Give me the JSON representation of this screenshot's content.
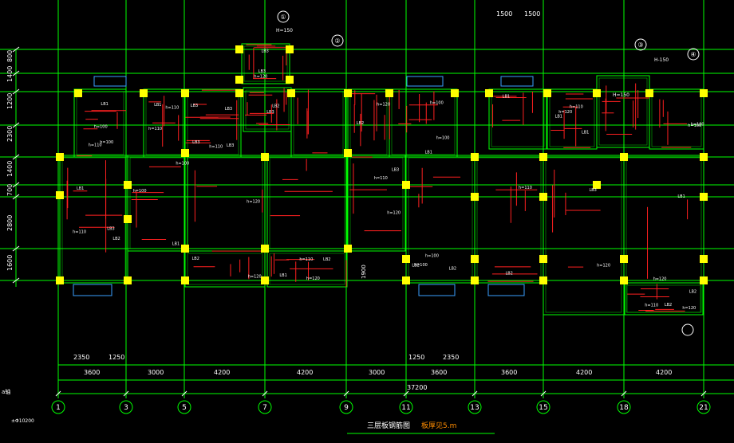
{
  "drawing": {
    "title": "三层板钢筋图",
    "subtitle": "板厚见5.m",
    "total_dimension": "37200",
    "bottom_dimensions": [
      "3600",
      "3000",
      "4200",
      "4200",
      "3000",
      "3600",
      "3600",
      "4200",
      "4200"
    ],
    "bottom_sub_left": [
      "2350",
      "1250"
    ],
    "bottom_sub_right": [
      "1250",
      "2350"
    ],
    "top_dimensions": [
      "1500",
      "1500"
    ],
    "left_dimensions": [
      "800",
      "1400",
      "1200",
      "2300",
      "1400",
      "700",
      "2800",
      "1600"
    ],
    "axis_numbers": [
      "1",
      "3",
      "5",
      "7",
      "9",
      "11",
      "13",
      "15",
      "18",
      "21"
    ],
    "section_symbols": [
      "①",
      "②",
      "③",
      "④"
    ],
    "rebar_notes": [
      "H=150",
      "H-150",
      "H=150",
      "1900"
    ],
    "left_bottom_notes": [
      "a轴",
      "±Φ10200"
    ],
    "slab_labels": [
      "LB1",
      "h=100",
      "LB2",
      "h=110",
      "LB3",
      "h=120"
    ]
  },
  "colors": {
    "background": "#000000",
    "axis": "#00ff00",
    "wall": "#00ff00",
    "rebar": "#ff2020",
    "column": "#ffff00",
    "text": "#ffffff",
    "dimension": "#ffffff",
    "accent": "#ff8c00",
    "blue": "#3aa0ff"
  }
}
